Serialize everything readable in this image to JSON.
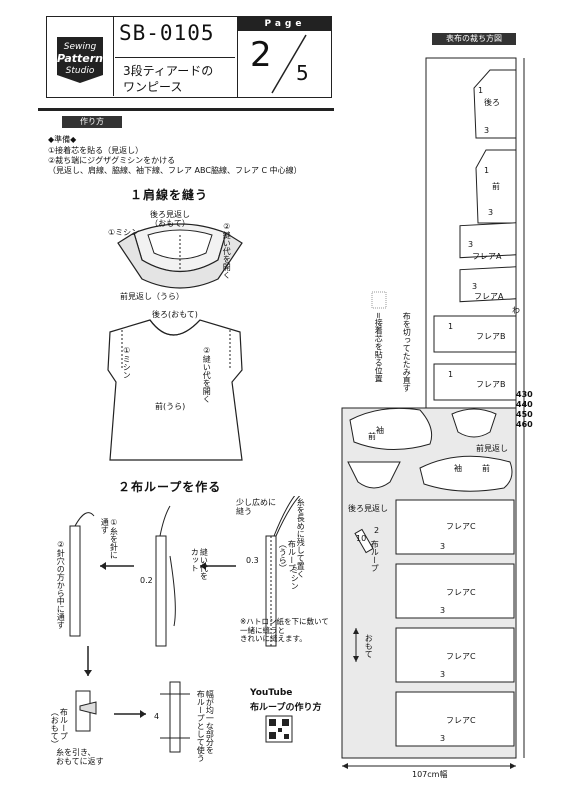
{
  "header": {
    "logo_text": [
      "Sewing",
      "Pattern",
      "Studio"
    ],
    "code": "SB-0105",
    "title_line1": "3段ティアードの",
    "title_line2": "ワンピース",
    "page_label": "Page",
    "page_number": "2",
    "page_total": "5"
  },
  "instructions": {
    "section_label": "作り方",
    "prep_title": "◆準備◆",
    "prep_lines": [
      "①接着芯を貼る（見返し）",
      "②裁ち端にジグザグミシンをかける",
      "（見返し、肩線、脇線、袖下線、フレア ABC脇線、フレア C 中心線）"
    ]
  },
  "step1": {
    "heading": "１肩線を縫う",
    "back_facing": "後ろ見返し\n（おもて）",
    "sew": "①ミシン",
    "press": "②縫い代を開く",
    "front_facing": "前見返し（うら）",
    "back": "後ろ(おもて)",
    "sew2": "①ミシン",
    "press2": "②縫い代を開く",
    "front": "前(うら)"
  },
  "step2": {
    "heading": "２布ループを作る",
    "wide": "少し広めに\n縫う",
    "loop": "布ループ\n（うら）",
    "sew": "ミシン",
    "leave_long": "糸を長めに残して置く",
    "dim_03": "0.3",
    "cut_allowance": "縫い代を\nカット",
    "dim_02": "0.2",
    "thread_needle": "①糸を針に\n通す",
    "pass_through": "②針穴の方から中に通す",
    "tracing_note": "※ハトロン紙を下に敷いて\n一緒に縫うと\nきれいに縫えます。",
    "loop_front": "布ループ\n（おもて）",
    "pull": "糸を引き、\nおもてに返す",
    "dim_4": "4",
    "use_even": "幅が均一な部分を\n布ループとして使う",
    "youtube": "YouTube",
    "youtube_sub": "布ループの作り方"
  },
  "layout": {
    "title": "表布の裁ち方図",
    "fold_label": "布を切ってたたみ直す",
    "interfacing_label": "=接着芯を貼る位置",
    "wa": "わ",
    "lengths": [
      "430",
      "440",
      "450",
      "460"
    ],
    "width_label": "107cm幅",
    "grain": "おもて",
    "pieces": {
      "back": "後ろ",
      "front": "前",
      "flare_a": "フレアA",
      "flare_b": "フレアB",
      "flare_c": "フレアC",
      "sleeve": "袖",
      "front_facing": "前見返し",
      "back_facing": "後ろ見返し",
      "loop": "布ループ"
    },
    "nums": {
      "n1": "1",
      "n2": "2",
      "n3": "3",
      "n0": "0",
      "n10": "10"
    }
  }
}
